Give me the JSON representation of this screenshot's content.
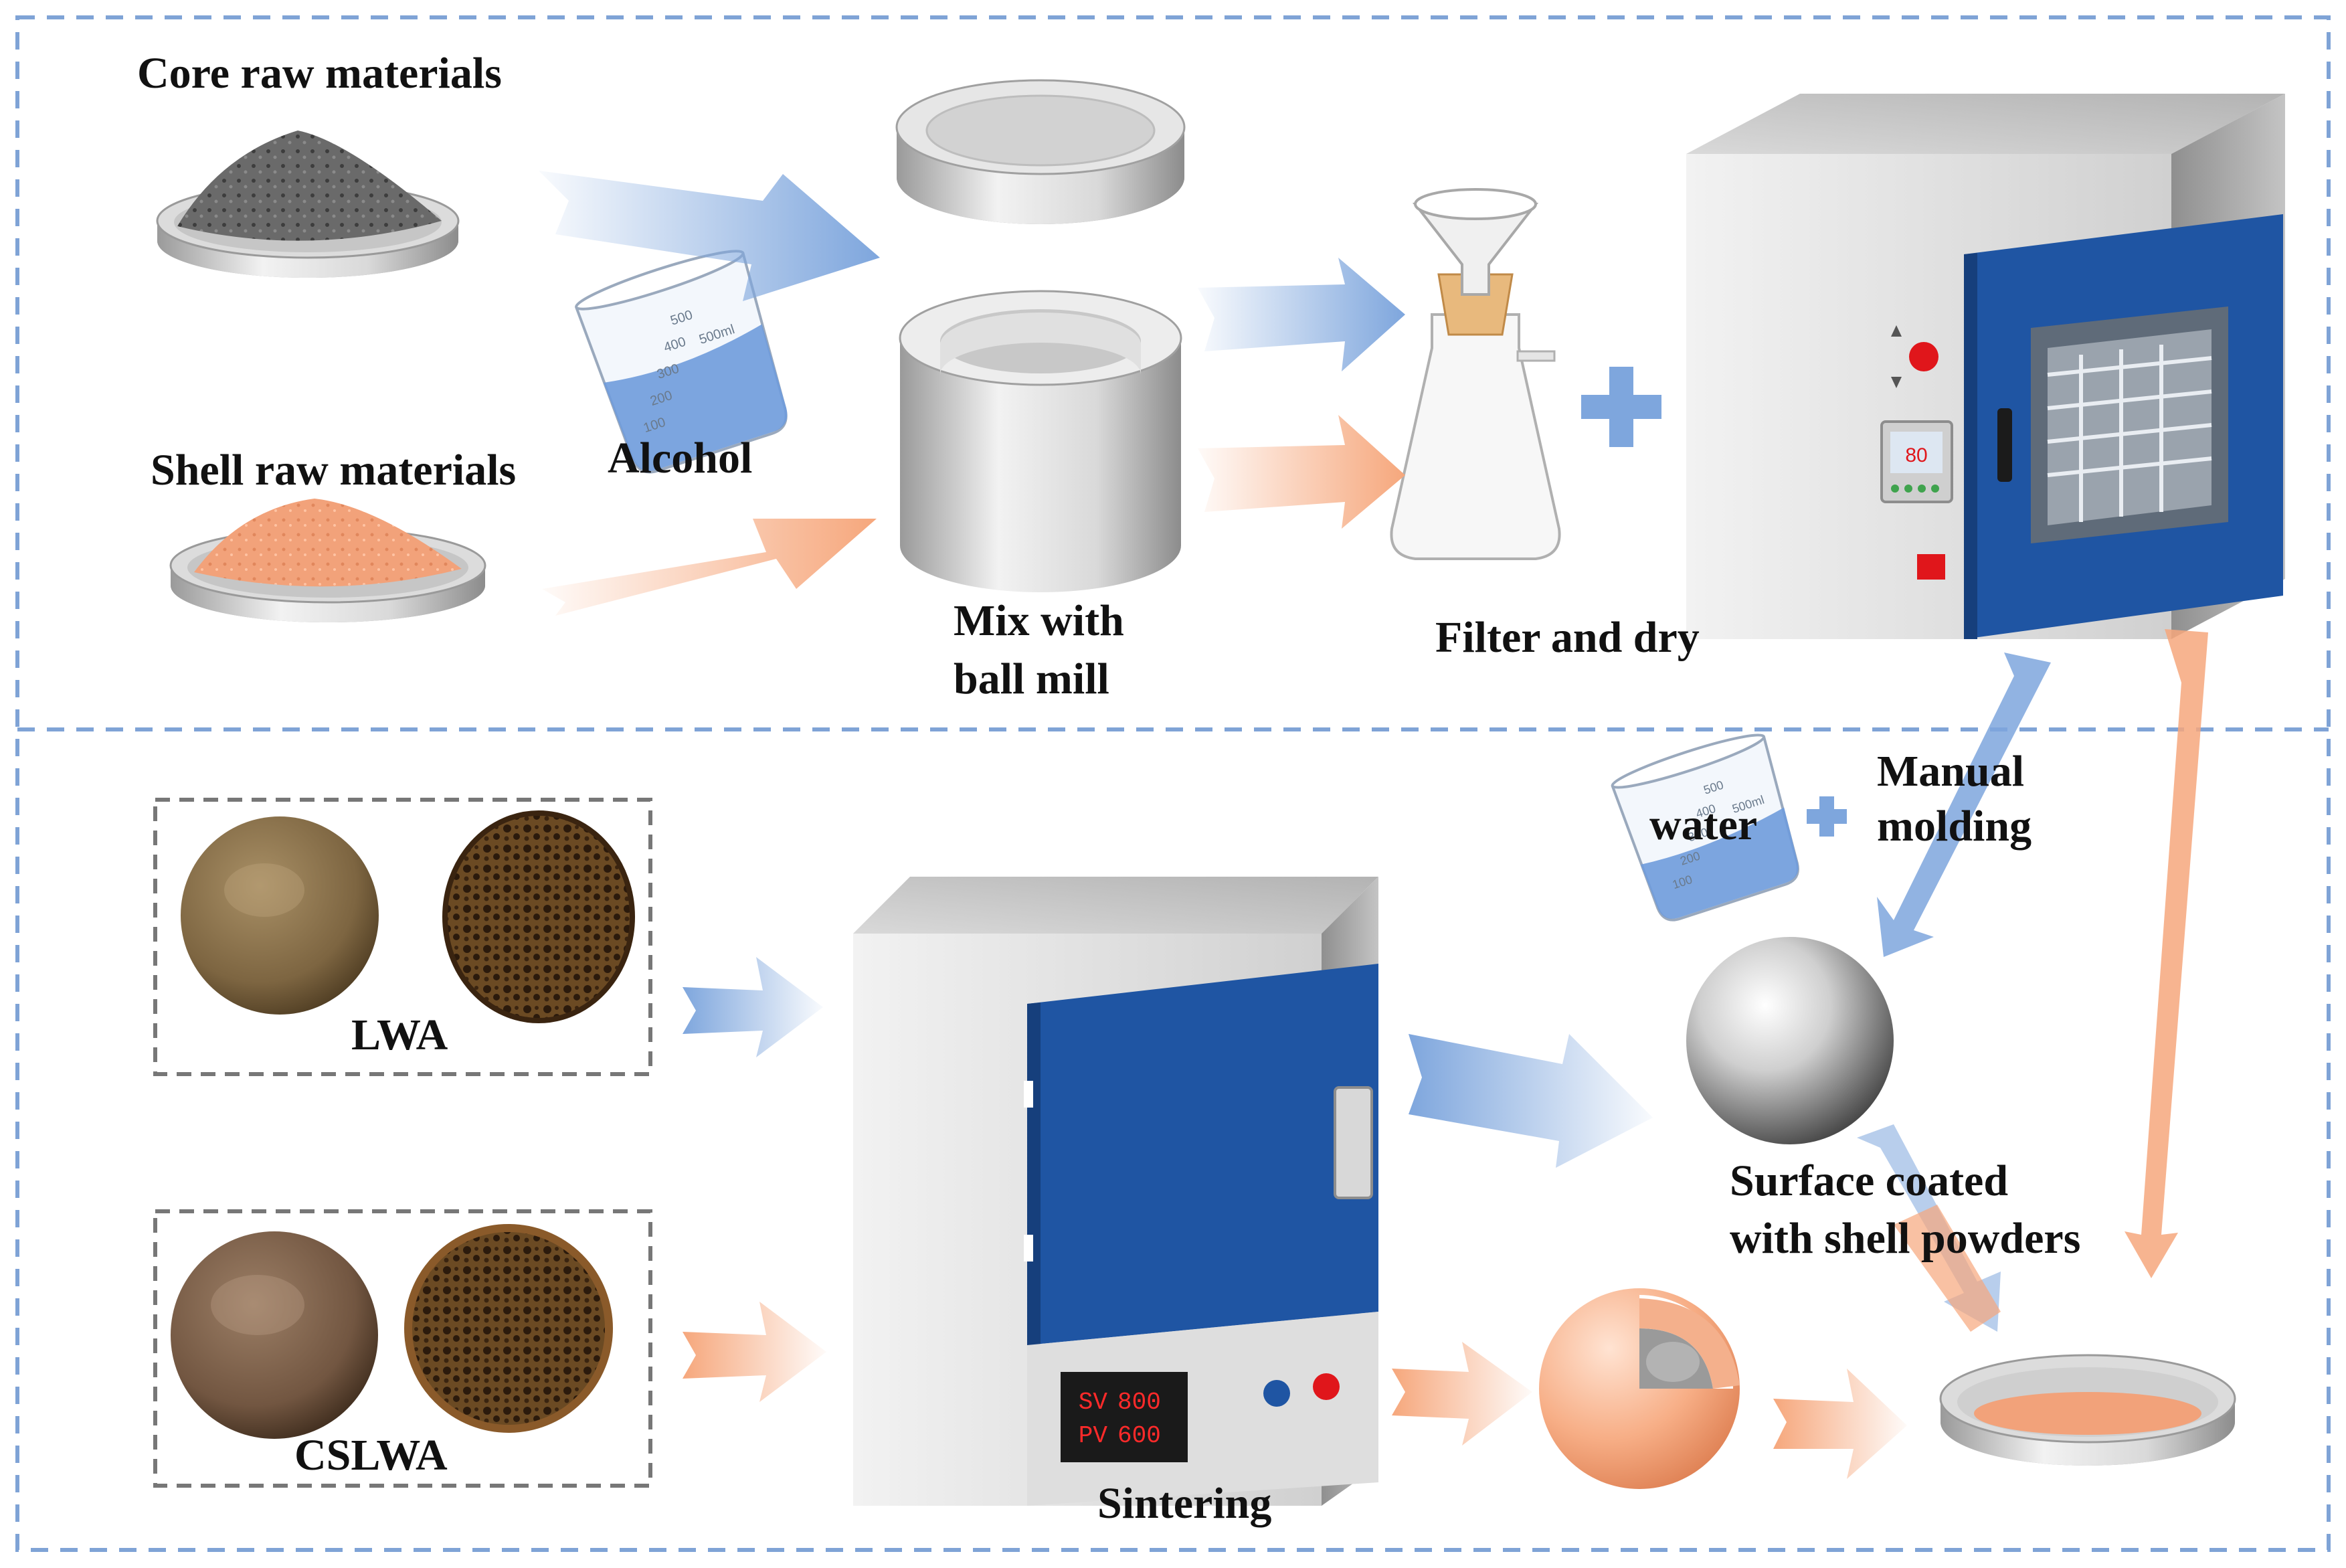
{
  "labels": {
    "core_raw": "Core raw materials",
    "shell_raw": "Shell raw materials",
    "alcohol": "Alcohol",
    "mix_line1": "Mix with",
    "mix_line2": "ball mill",
    "filter_dry": "Filter and dry",
    "manual_line1": "Manual",
    "manual_line2": "molding",
    "water": "water",
    "coated_line1": "Surface coated",
    "coated_line2": "with shell powders",
    "sintering": "Sintering",
    "lwa": "LWA",
    "cslwa": "CSLWA"
  },
  "beaker_ticks": [
    "100",
    "200",
    "300",
    "400",
    "500"
  ],
  "beaker_unit": "500ml",
  "oven_display": "80",
  "furnace_display": {
    "sv_label": "SV",
    "sv_value": "800",
    "pv_label": "PV",
    "pv_value": "600"
  },
  "colors": {
    "blue_arrow": "#7ea6dd",
    "orange_arrow": "#f6a77c",
    "dashed_frame": "#7fa3d6",
    "oven_blue": "#1f55a3",
    "core_powder": "#6f6f6f",
    "shell_powder": "#f2a27a",
    "red_button": "#e0161b"
  }
}
